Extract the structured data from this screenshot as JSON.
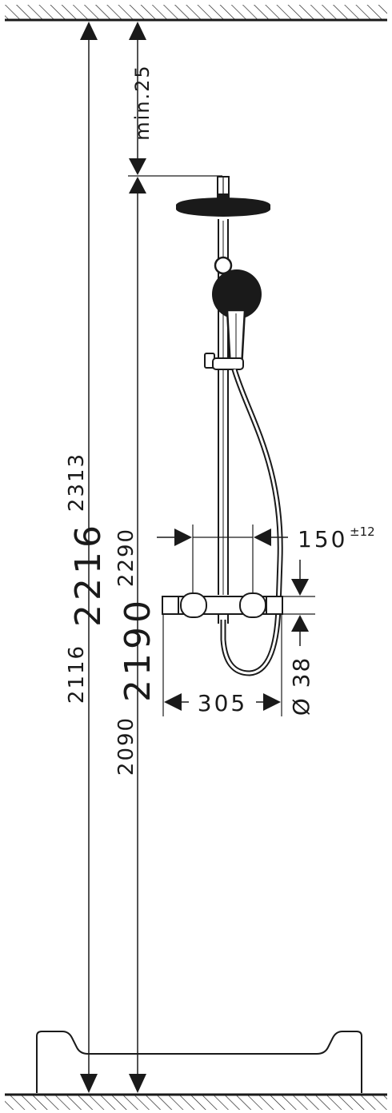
{
  "drawing": {
    "colors": {
      "line": "#1a1a1a",
      "background": "#ffffff",
      "fill": "#1a1a1a"
    },
    "dimensions": {
      "min_clearance": "min.25",
      "total_height_large": "2216",
      "total_height_large_top": "2313",
      "total_height_large_bottom": "2116",
      "total_height_small": "2190",
      "total_height_small_top": "2290",
      "total_height_small_bottom": "2090",
      "inlet_spacing": "150",
      "inlet_spacing_tolerance": "±12",
      "mixer_width": "305",
      "mixer_diameter": "Ø 38"
    }
  }
}
